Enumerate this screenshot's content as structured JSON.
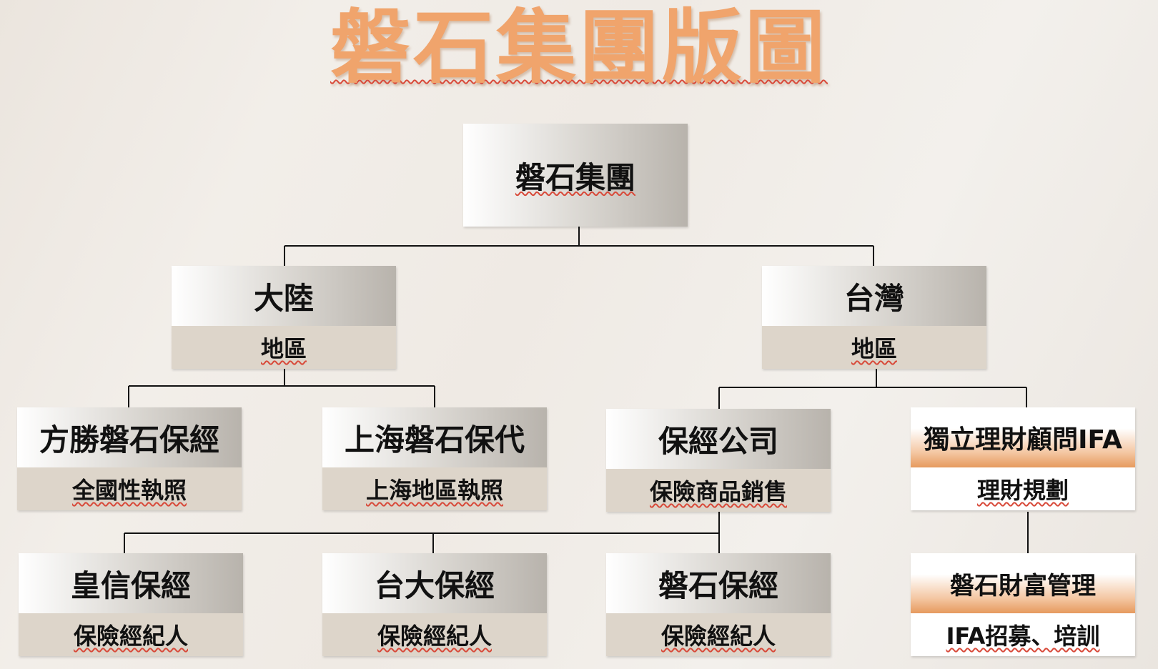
{
  "title": "磐石集團版圖",
  "root": {
    "name": "磐石集團"
  },
  "regions": [
    {
      "name": "大陸",
      "sub": "地區"
    },
    {
      "name": "台灣",
      "sub": "地區"
    }
  ],
  "level3": [
    {
      "name": "方勝磐石保經",
      "sub": "全國性執照"
    },
    {
      "name": "上海磐石保代",
      "sub": "上海地區執照"
    },
    {
      "name": "保經公司",
      "sub": "保險商品銷售"
    },
    {
      "name": "獨立理財顧問IFA",
      "sub": "理財規劃"
    }
  ],
  "level4": [
    {
      "name": "皇信保經",
      "sub": "保險經紀人"
    },
    {
      "name": "台大保經",
      "sub": "保險經紀人"
    },
    {
      "name": "磐石保經",
      "sub": "保險經紀人"
    },
    {
      "name": "磐石財富管理",
      "sub": "IFA招募、培訓"
    }
  ],
  "colors": {
    "title": "#f0a46c",
    "line": "#111111",
    "sub_bg": "#ddd5ca",
    "accent_orange": "#e69a5e"
  }
}
